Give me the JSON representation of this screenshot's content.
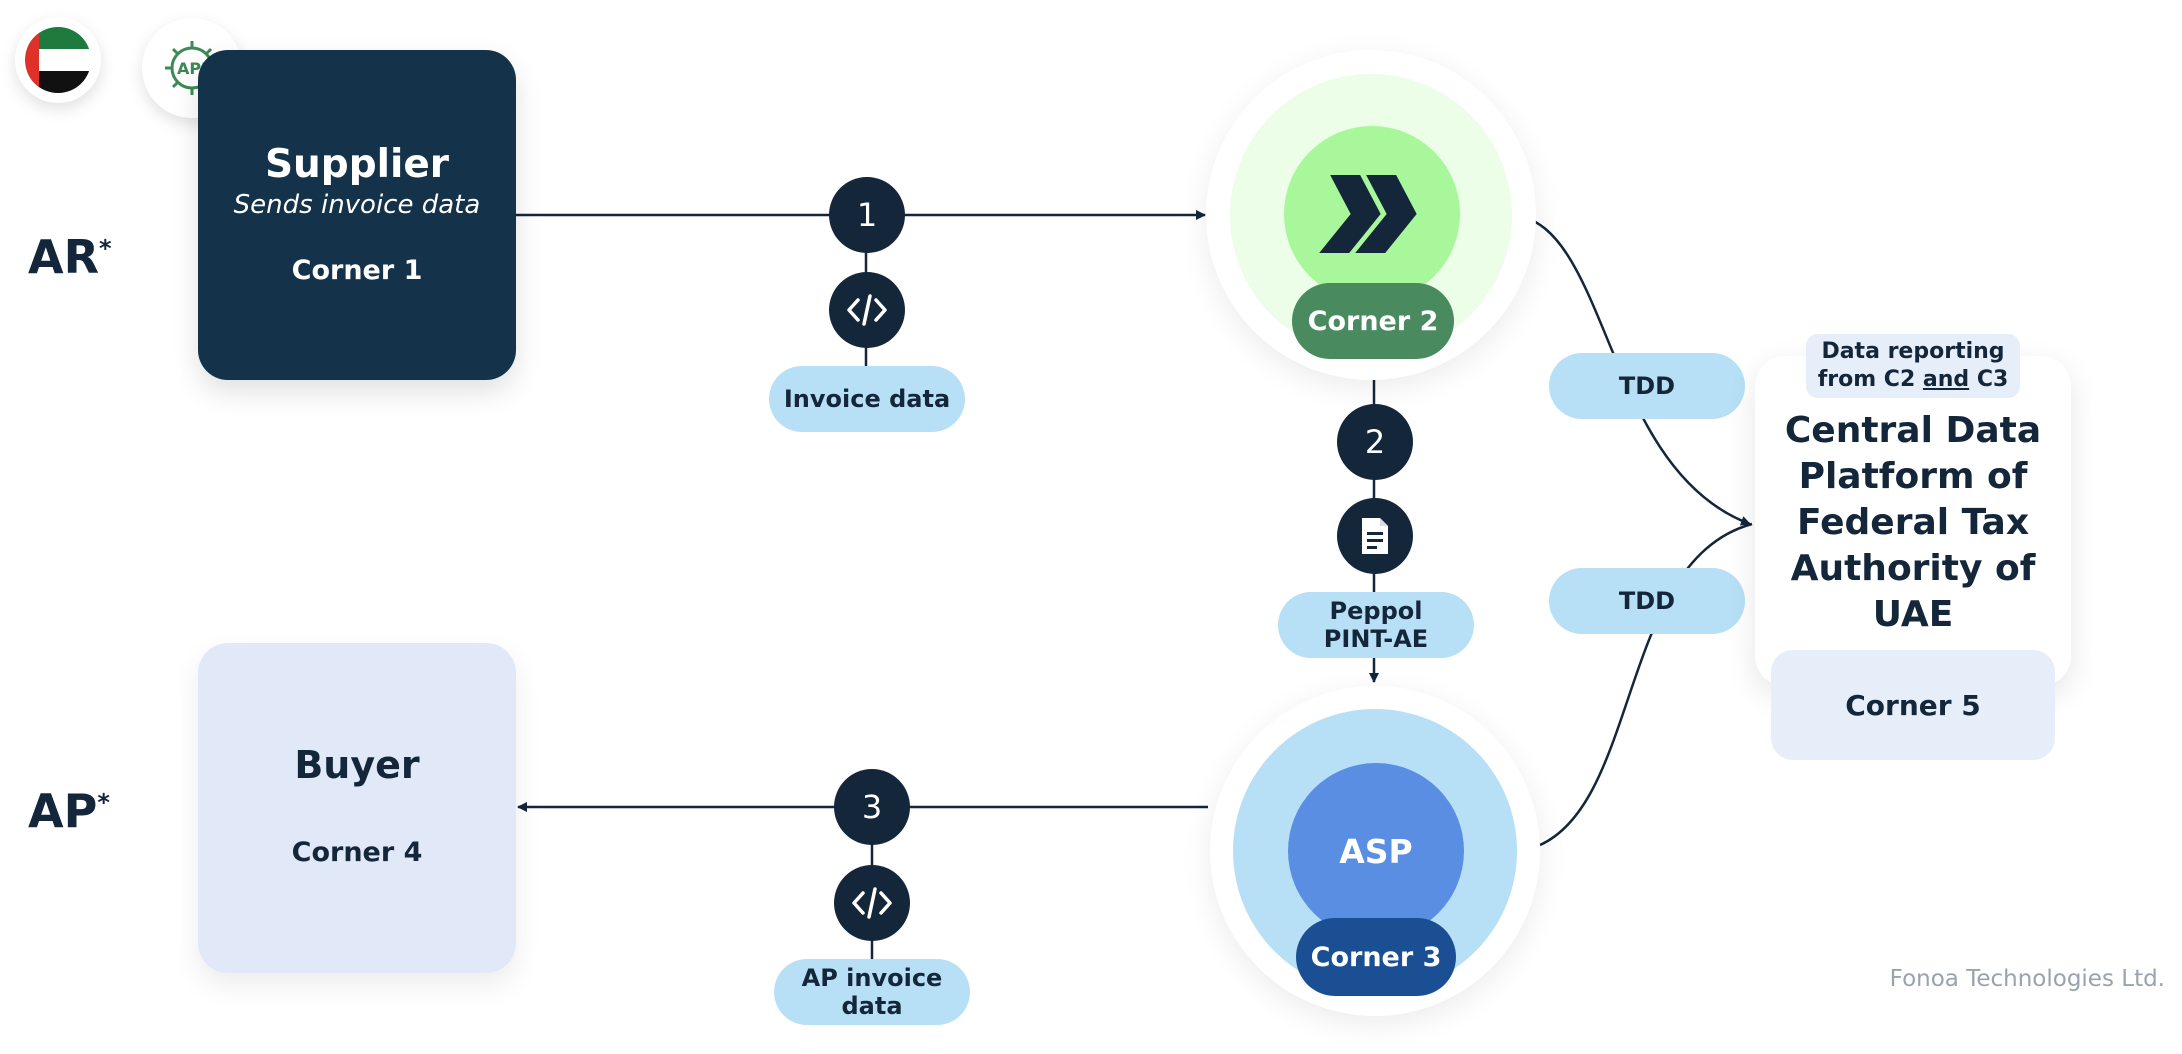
{
  "side_labels": {
    "ar": "AR",
    "ap": "AP",
    "asterisk": "*"
  },
  "badges": {
    "flag": "uae-flag",
    "api": "API"
  },
  "supplier": {
    "title": "Supplier",
    "subtitle": "Sends invoice data",
    "corner": "Corner 1"
  },
  "buyer": {
    "title": "Buyer",
    "corner": "Corner 4"
  },
  "corner2": {
    "label": "Corner 2",
    "icon": "double-chevron-logo-icon"
  },
  "corner3": {
    "inner": "ASP",
    "label": "Corner 3"
  },
  "steps": {
    "s1": "1",
    "s2": "2",
    "s3": "3"
  },
  "pills": {
    "invoice_data": "Invoice data",
    "peppol": "Peppol\nPINT-AE",
    "ap_invoice": "AP invoice\ndata",
    "tdd_top": "TDD",
    "tdd_bottom": "TDD"
  },
  "platform": {
    "reporting_line1": "Data reporting",
    "reporting_from": "from C2 ",
    "reporting_and": "and",
    "reporting_c3": " C3",
    "title": "Central Data Platform of Federal Tax Authority of UAE",
    "corner": "Corner 5"
  },
  "footer": "Fonoa Technologies Ltd.",
  "colors": {
    "navy": "#14263a",
    "corner2_green": "#4a8a5f",
    "light_green": "#a9f79b",
    "pale_green": "#ecfde8",
    "asp_blue": "#5a8ee3",
    "corner3_blue": "#1b4f94",
    "light_blue": "#b7e0f7",
    "buyer_bg": "#e1e8f7"
  }
}
